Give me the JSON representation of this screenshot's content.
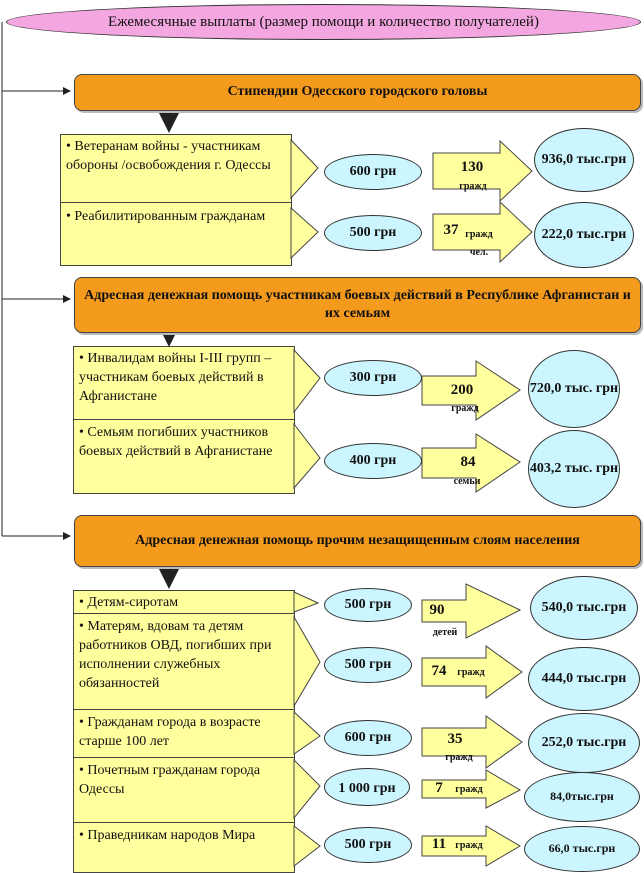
{
  "title": "Ежемесячные выплаты (размер помощи и количество получателей)",
  "sections": [
    {
      "header": "Стипендии Одесского городского головы",
      "rows": [
        {
          "label": "• Ветеранам войны - участникам обороны /освобождения г. Одессы",
          "amount": "600 грн",
          "count": "130",
          "unit": "гражд",
          "total": "936,0 тыс.грн"
        },
        {
          "label": "• Реабилитированным гражданам",
          "amount": "500 грн",
          "count": "37",
          "unit": "гражд чел.",
          "total": "222,0 тыс.грн"
        }
      ]
    },
    {
      "header": "Адресная денежная помощь участникам боевых действий в Республике Афганистан и их семьям",
      "rows": [
        {
          "label": "• Инвалидам войны I-III групп – участникам боевых действий в  Афганистане",
          "amount": "300 грн",
          "count": "200",
          "unit": "гражд",
          "total": "720,0 тыс. грн"
        },
        {
          "label": "• Семьям погибших участников боевых действий в  Афганистане",
          "amount": "400 грн",
          "count": "84",
          "unit": "семьи",
          "total": "403,2 тыс. грн"
        }
      ]
    },
    {
      "header": "Адресная денежная помощь прочим незащищенным слоям населения",
      "rows": [
        {
          "label": "• Детям-сиротам",
          "amount": "500 грн",
          "count": "90",
          "unit": "детей",
          "total": "540,0 тыс.грн"
        },
        {
          "label": "• Матерям, вдовам та детям работников ОВД, погибших при исполнении служебных обязанностей",
          "amount": "500 грн",
          "count": "74",
          "unit": "гражд",
          "total": "444,0 тыс.грн"
        },
        {
          "label": "• Гражданам города в возрасте старше 100 лет",
          "amount": "600 грн",
          "count": "35",
          "unit": "гражд",
          "total": "252,0 тыс.грн"
        },
        {
          "label": "• Почетным гражданам города Одессы",
          "amount": "1 000 грн",
          "count": "7",
          "unit": "гражд",
          "total": "84,0тыс.грн"
        },
        {
          "label": "• Праведникам народов Мира",
          "amount": "500 грн",
          "count": "11",
          "unit": "гражд",
          "total": "66,0 тыс.грн"
        }
      ]
    }
  ],
  "colors": {
    "title_fill": "#f3a6e0",
    "header_fill": "#f49b1d",
    "box_fill": "#ffff9e",
    "ellipse_fill": "#ccf6ff",
    "arrow_fill": "#ffff9e"
  }
}
